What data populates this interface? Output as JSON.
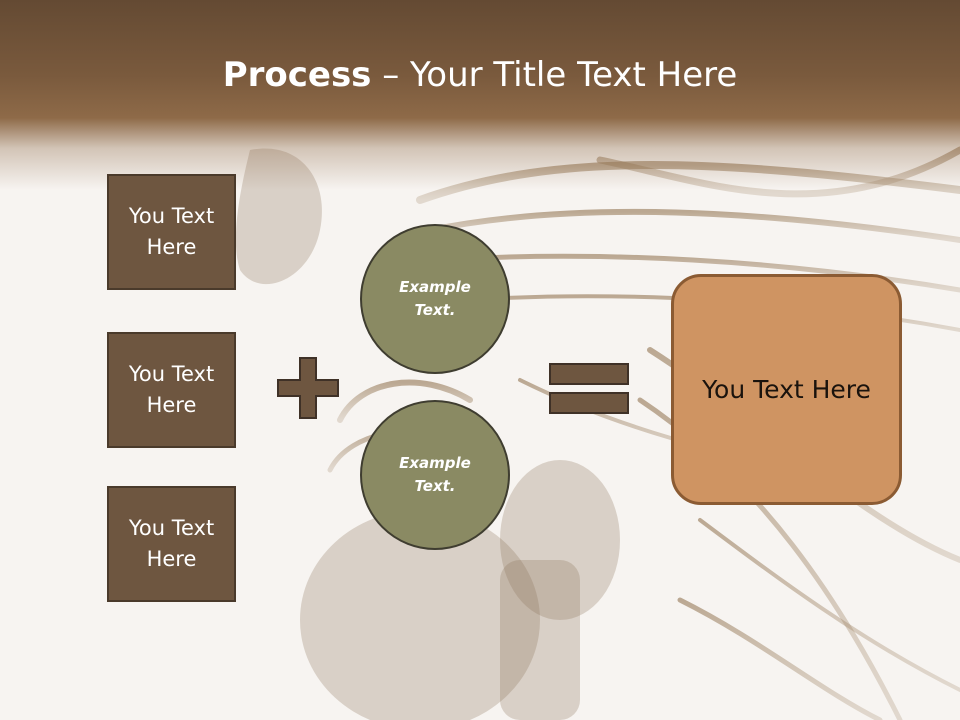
{
  "slide": {
    "title_bold": "Process",
    "title_rest": " – Your Title Text Here",
    "boxes": [
      {
        "label": "You Text Here"
      },
      {
        "label": "You Text Here"
      },
      {
        "label": "You Text Here"
      }
    ],
    "circles": [
      {
        "label": "Example Text."
      },
      {
        "label": "Example Text."
      }
    ],
    "result_label": "You Text Here",
    "colors": {
      "title_band": "#6e5138",
      "box_fill": "#6e5640",
      "circle_fill": "#8a8a63",
      "result_fill": "#cf9462",
      "operator": "#6e5640"
    },
    "icons": [
      "plus-icon",
      "equals-icon"
    ]
  }
}
